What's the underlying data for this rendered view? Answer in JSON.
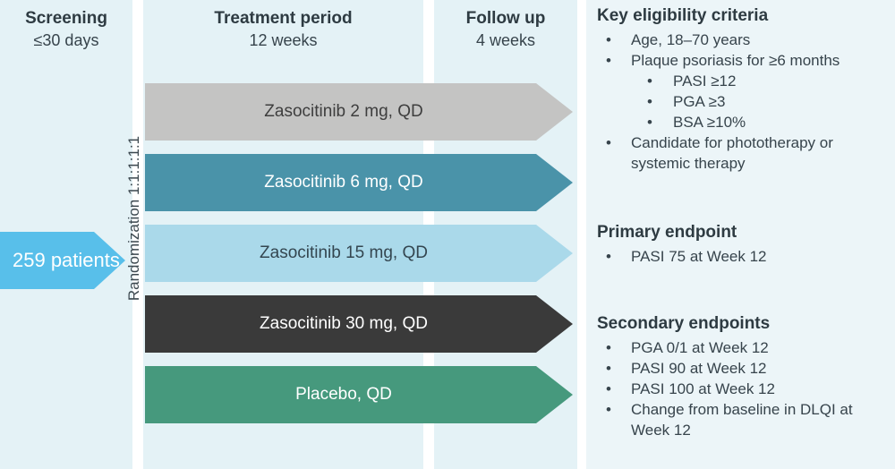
{
  "columns": {
    "screening": {
      "title": "Screening",
      "subtitle": "≤30 days"
    },
    "treatment": {
      "title": "Treatment period",
      "subtitle": "12 weeks"
    },
    "followup": {
      "title": "Follow up",
      "subtitle": "4 weeks"
    }
  },
  "patients_arrow": {
    "label": "259 patients",
    "color": "#58bfea",
    "text_color": "#ffffff"
  },
  "randomization_label": "Randomization 1:1:1:1:1",
  "arms": [
    {
      "label": "Zasocitinib 2 mg, QD",
      "color": "#c4c4c3",
      "text_color": "#3e3e3e"
    },
    {
      "label": "Zasocitinib 6 mg, QD",
      "color": "#4a93a9",
      "text_color": "#ffffff"
    },
    {
      "label": "Zasocitinib 15 mg, QD",
      "color": "#aad9ea",
      "text_color": "#344650"
    },
    {
      "label": "Zasocitinib 30 mg, QD",
      "color": "#3a3a3a",
      "text_color": "#ffffff"
    },
    {
      "label": "Placebo, QD",
      "color": "#46997d",
      "text_color": "#ffffff"
    }
  ],
  "eligibility": {
    "title": "Key eligibility criteria",
    "items": [
      {
        "text": "Age, 18–70 years"
      },
      {
        "text": "Plaque psoriasis for ≥6 months",
        "sub": [
          "PASI ≥12",
          "PGA ≥3",
          "BSA ≥10%"
        ]
      },
      {
        "text": "Candidate for phototherapy or systemic therapy"
      }
    ]
  },
  "primary": {
    "title": "Primary endpoint",
    "items": [
      "PASI 75 at Week 12"
    ]
  },
  "secondary": {
    "title": "Secondary endpoints",
    "items": [
      "PGA 0/1 at Week 12",
      "PASI 90 at Week 12",
      "PASI 100 at Week 12",
      "Change from baseline in DLQI at Week 12"
    ]
  }
}
